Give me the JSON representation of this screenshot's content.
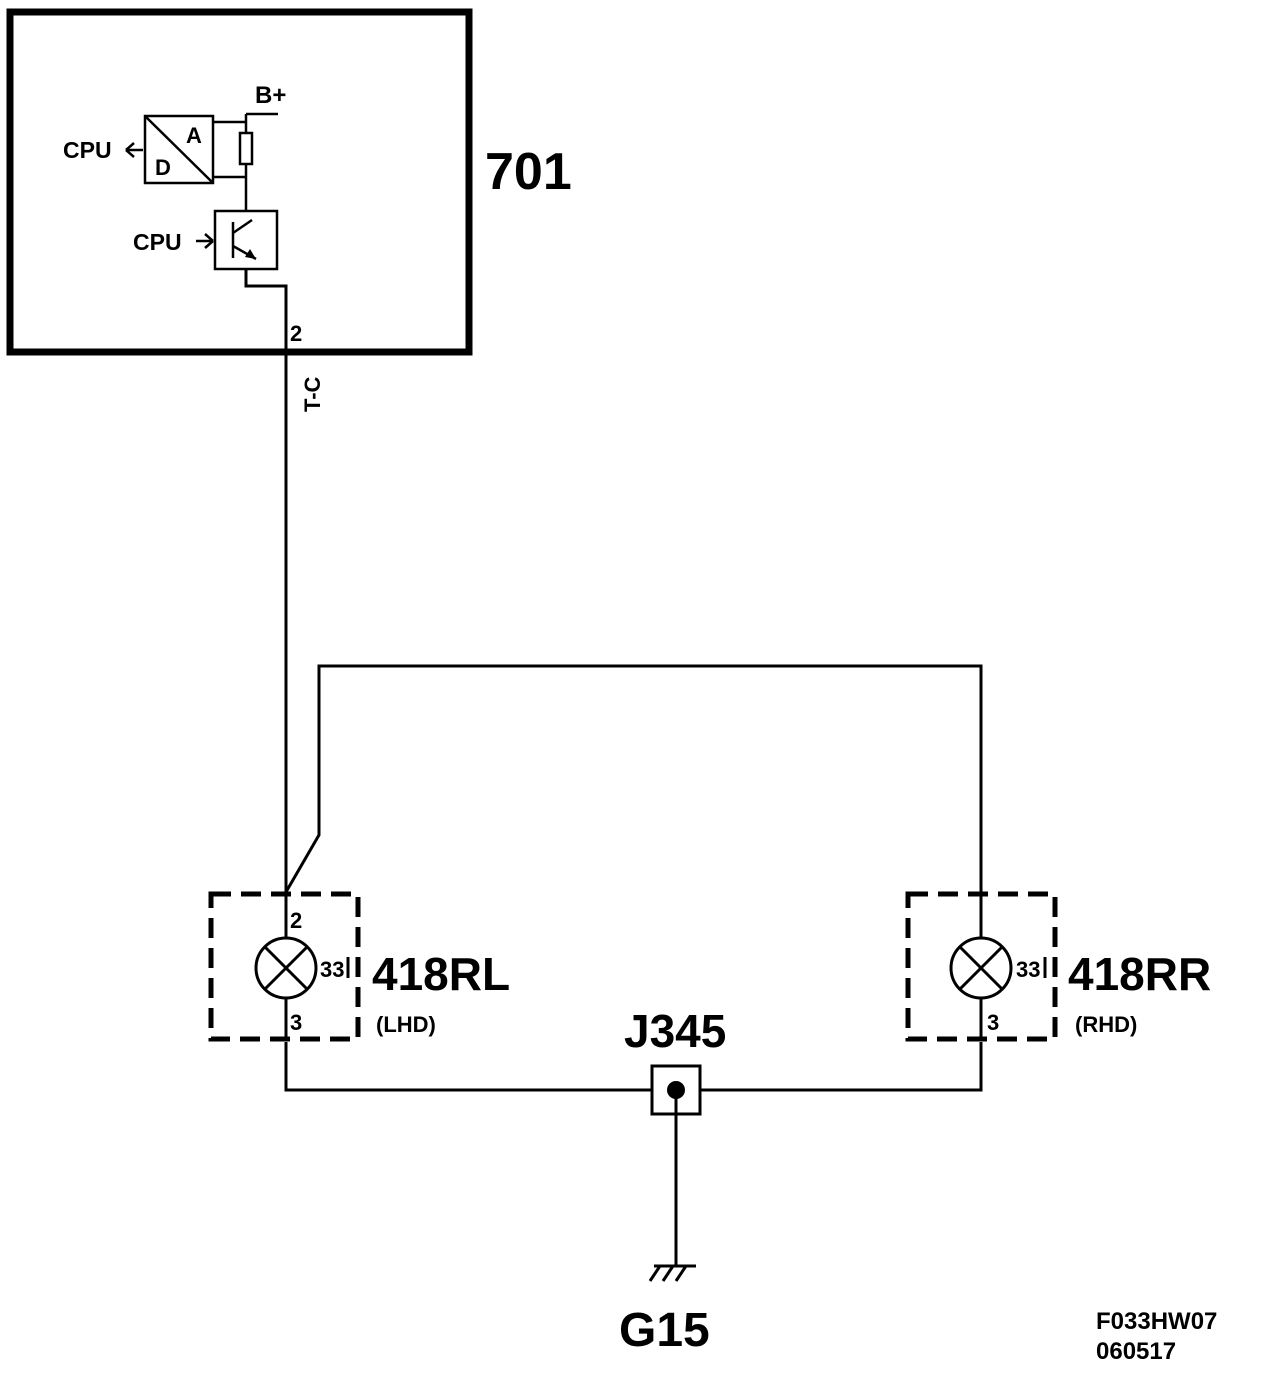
{
  "module": {
    "id": "701",
    "cpu_labels": [
      "CPU",
      "CPU"
    ],
    "adc_labels": {
      "a": "A",
      "d": "D"
    },
    "supply_label": "B+",
    "pin_label": "2",
    "wire_label": "T-C"
  },
  "lamps": [
    {
      "id": "418RL",
      "variant": "(LHD)",
      "pin_top": "2",
      "pin_bottom": "3",
      "lamp_code": "33"
    },
    {
      "id": "418RR",
      "variant": "(RHD)",
      "pin_top": "",
      "pin_bottom": "3",
      "lamp_code": "33"
    }
  ],
  "junction": {
    "id": "J345"
  },
  "ground": {
    "id": "G15"
  },
  "drawing_code": {
    "line1": "F033HW07",
    "line2": "060517"
  }
}
